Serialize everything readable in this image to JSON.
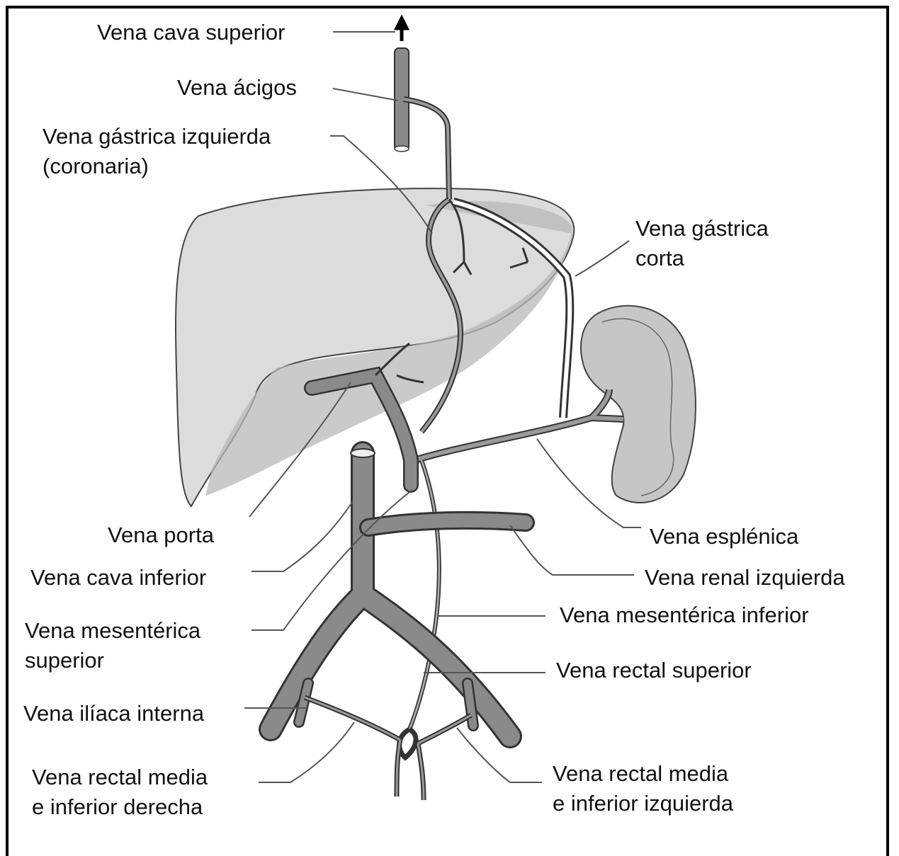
{
  "labels": {
    "vena_cava_superior": "Vena cava superior",
    "vena_acigos": "Vena ácigos",
    "vena_gastrica_izquierda": [
      "Vena gástrica izquierda",
      "(coronaria)"
    ],
    "vena_gastrica_corta": [
      "Vena gástrica",
      "corta"
    ],
    "vena_porta": "Vena porta",
    "vena_esplenica": "Vena esplénica",
    "vena_cava_inferior": "Vena cava inferior",
    "vena_renal_izquierda": "Vena renal izquierda",
    "vena_mesenterica_superior": [
      "Vena mesentérica",
      "superior"
    ],
    "vena_mesenterica_inferior": "Vena mesentérica inferior",
    "vena_rectal_superior": "Vena rectal superior",
    "vena_iliaca_interna": "Vena ilíaca interna",
    "vena_rectal_media_derecha": [
      "Vena rectal media",
      "e inferior derecha"
    ],
    "vena_rectal_media_izquierda": [
      "Vena rectal media",
      "e inferior izquierda"
    ]
  },
  "colors": {
    "liver": "#d6d6d6",
    "liver_shadow": "#b3b3b3",
    "vein_fill": "#8a8a8a",
    "vein_outline": "#333333",
    "spleen": "#c4c4c4",
    "frame": "#000000"
  }
}
